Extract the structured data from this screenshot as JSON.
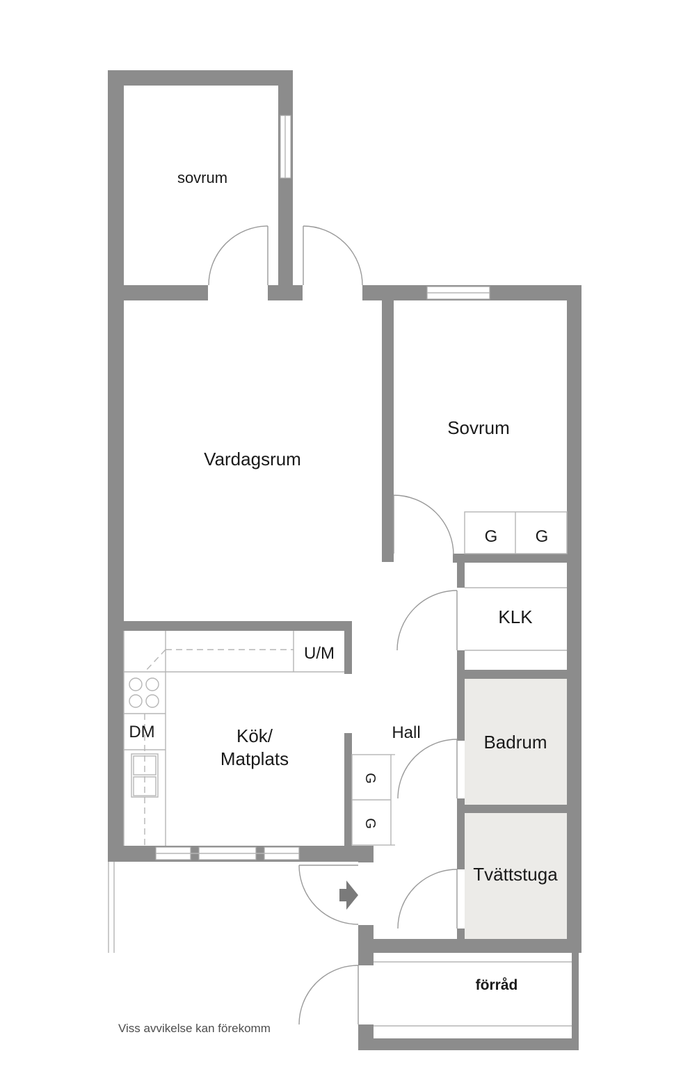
{
  "rooms": {
    "sovrum_small": "sovrum",
    "vardagsrum": "Vardagsrum",
    "sovrum_main": "Sovrum",
    "klk": "KLK",
    "um": "U/M",
    "dm": "DM",
    "kok_line1": "Kök/",
    "kok_line2": "Matplats",
    "hall": "Hall",
    "badrum": "Badrum",
    "tvattstuga": "Tvättstuga",
    "forrad": "förråd"
  },
  "wardrobe": {
    "sovrum_g1": "G",
    "sovrum_g2": "G",
    "hall_g1": "G",
    "hall_g2": "G"
  },
  "disclaimer": "Viss avvikelse kan förekomm",
  "colors": {
    "wall": "#8c8c8c",
    "wet_room": "#ecebe8",
    "background": "#ffffff"
  }
}
